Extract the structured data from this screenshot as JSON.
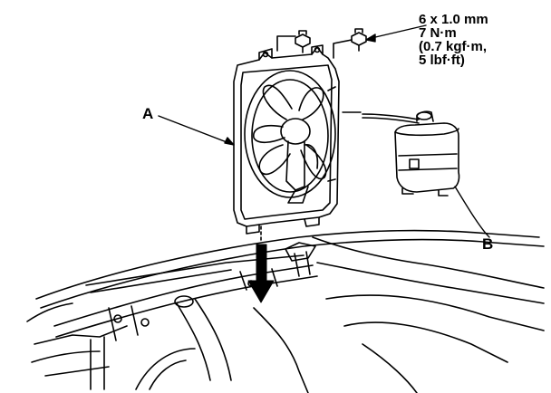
{
  "labels": {
    "a": "A",
    "b": "B"
  },
  "torque_spec": {
    "line1": "6 x 1.0 mm",
    "line2": "7 N·m",
    "line3": "(0.7 kgf·m,",
    "line4": "5 lbf·ft)"
  },
  "colors": {
    "line": "#000000",
    "background": "#ffffff"
  }
}
